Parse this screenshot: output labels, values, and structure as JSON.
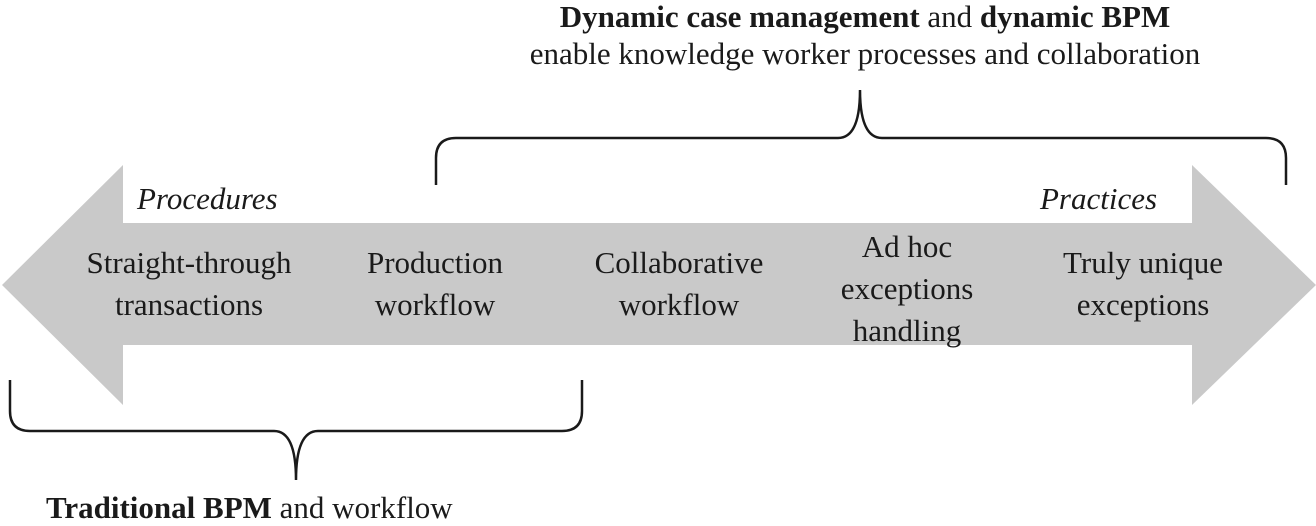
{
  "top_caption": {
    "line1_bold_a": "Dynamic case management",
    "line1_mid": "and",
    "line1_bold_b": "dynamic BPM",
    "line2": "enable knowledge worker processes and collaboration"
  },
  "arrow": {
    "color": "#c9c9c9",
    "left_end_label": "Procedures",
    "right_end_label": "Practices",
    "stages": [
      {
        "line1": "Straight-through",
        "line2": "transactions"
      },
      {
        "line1": "Production",
        "line2": "workflow"
      },
      {
        "line1": "Collaborative",
        "line2": "workflow"
      },
      {
        "line1": "Ad hoc",
        "line2": "exceptions",
        "line3": "handling"
      },
      {
        "line1": "Truly unique",
        "line2": "exceptions"
      }
    ]
  },
  "bottom_caption": {
    "bold_part": "Traditional BPM",
    "rest": "and workflow"
  }
}
